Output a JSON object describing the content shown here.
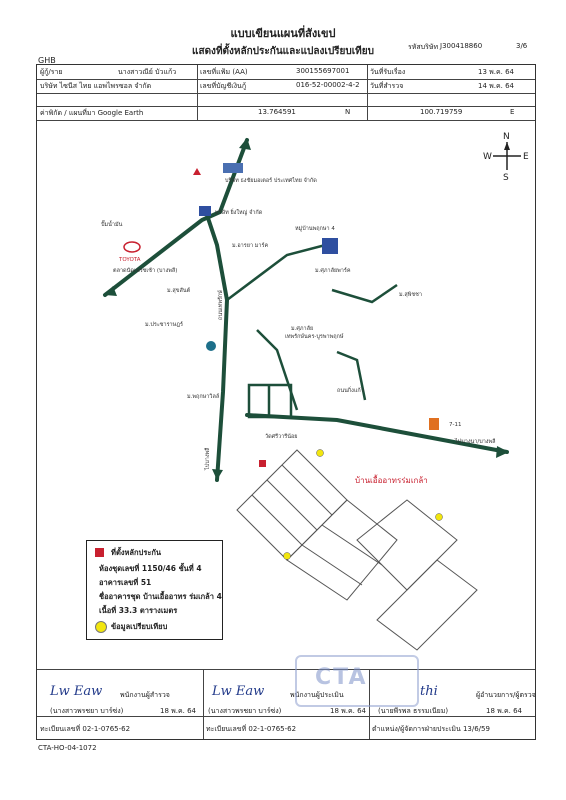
{
  "header": {
    "title": "แบบเขียนแผนที่สังเขป",
    "subtitle": "แสดงที่ตั้งหลักประกันและแปลงเปรียบเทียบ",
    "bank": "GHB",
    "ref_label": "รหัสบริษัท",
    "ref_value": "J300418860",
    "page": "3/6"
  },
  "info": {
    "owner_label": "ผู้กู้/ราย",
    "owner_value": "นางสาวณีย์ บัวแก้ว",
    "id_label": "เลขที่แฟ้ม (AA)",
    "id_value": "300155697001",
    "date_label": "วันที่รับเรื่อง",
    "date_value": "13 พ.ค. 64",
    "company": "บริษัท ไซนีส ไทย แอพไพรซอล จำกัด",
    "account_label": "เลขที่บัญชีเงินกู้",
    "account_value": "016-52-00002-4-2",
    "survey_label": "วันที่สำรวจ",
    "survey_value": "14 พ.ค. 64",
    "coord_label": "ค่าพิกัด / แผนที่มา Google Earth",
    "lat": "13.764591",
    "lat_dir": "N",
    "lon": "100.719759",
    "lon_dir": "E"
  },
  "compass": {
    "n": "N",
    "s": "S",
    "e": "E",
    "w": "W"
  },
  "map_labels": {
    "mitsu": "บริษัท ธงชัยมอเตอร์ ประเทศไทย จำกัด",
    "school": "บริษัท ยิ่งใหญ่ จำกัด",
    "gas": "ปั๊มน้ำมัน",
    "toyota_name": "TOYOTA",
    "market": "ตลาดนัดเฟรชเช้า (บางพลี)",
    "moo_a": "ม.อารยา มาร์ค",
    "moo_b": "ม.สุขสันต์",
    "moo_c": "ม.ศุภาลัยพาร์ค",
    "housing": "หมู่บ้านพฤกษา 4",
    "moo_d": "ม.สุพิชชา",
    "road_major": "ถนนกิ่งแก้ว",
    "moo_e": "ม.ประชาราษฎร์",
    "moo_f": "ม.ศุภาลัย",
    "moo_f2": "เทพรักษ์นคร-บูรพาพฤกษ์",
    "moo_g": "ม.พฤกษาวิลล์",
    "road_side": "ถนนเทพรักษ์",
    "road_right": "ไปบางนา/บางพลี",
    "road_down": "ไปบางพลี",
    "wat": "วัดศรีวารีน้อย",
    "project": "บ้านเอื้ออาทรร่มเกล้า",
    "store": "7-11"
  },
  "legend": {
    "subject": "ที่ตั้งหลักประกัน",
    "line1": "ห้องชุดเลขที่ 1150/46 ชั้นที่ 4",
    "line2": "อาคารเลขที่ 51",
    "line3": "ชื่ออาคารชุด บ้านเอื้ออาทร ร่มเกล้า 4",
    "line4": "เนื้อที่ 33.3 ตารางเมตร",
    "compare": "ข้อมูลเปรียบเทียบ",
    "subject_color": "#c8202f",
    "compare_color": "#f2e60f"
  },
  "footer": {
    "sig1_text": "Lw Eaw",
    "role1": "พนักงานผู้สำรวจ",
    "name1": "(นางสาวพรชยา บาร์ซ่ง)",
    "date1": "18 พ.ค. 64",
    "reg1": "ทะเบียนเลขที่ 02-1-0765-62",
    "sig2_text": "Lw Eaw",
    "role2": "พนักงานผู้ประเมิน",
    "name2": "(นางสาวพรชยา บาร์ซ่ง)",
    "date2": "18 พ.ค. 64",
    "reg2": "ทะเบียนเลขที่ 02-1-0765-62",
    "sig3_text": "thi",
    "role3": "ผู้อำนวยการ/ผู้ตรวจ",
    "name3": "(นายพีรพล ธรรมเนียม)",
    "date3": "18 พ.ค. 64",
    "reg3": "ตำแหน่ง/ผู้จัดการฝ่ายประเมิน 13/6/59",
    "stamp": "CTA",
    "doc_code": "CTA-HO-04-1072"
  }
}
